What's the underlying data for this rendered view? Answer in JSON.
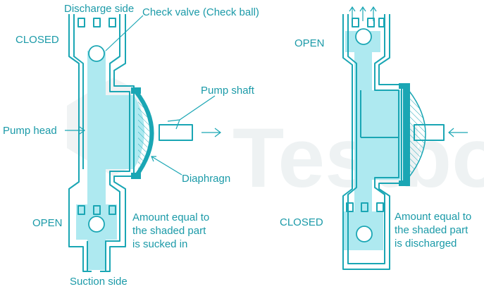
{
  "watermark": {
    "brand": "Testbook"
  },
  "left_pump": {
    "state_top": "CLOSED",
    "state_bottom": "OPEN",
    "label_discharge_side": "Discharge side",
    "label_check_valve": "Check valve (Check ball)",
    "label_pump_shaft": "Pump shaft",
    "label_pump_head": "Pump head",
    "label_diaphragm": "Diaphragn",
    "label_suction_side": "Suction side",
    "note_line1": "Amount equal to",
    "note_line2": "the shaded part",
    "note_line3": "is sucked in"
  },
  "right_pump": {
    "state_top": "OPEN",
    "state_bottom": "CLOSED",
    "note_line1": "Amount equal to",
    "note_line2": "the shaded part",
    "note_line3": "is discharged"
  },
  "colors": {
    "outline": "#1aa6b4",
    "fluid": "#aee9f0",
    "text": "#1b9aa8"
  }
}
